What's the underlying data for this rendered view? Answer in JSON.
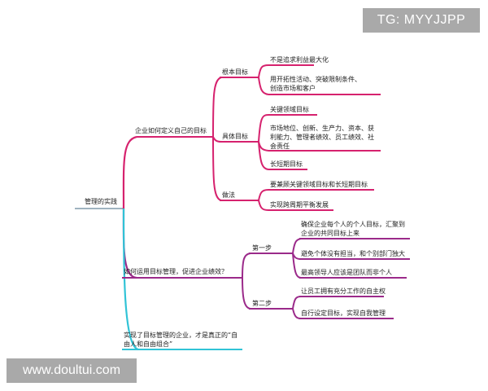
{
  "watermarks": {
    "top": "TG: MYYJJPP",
    "bottom": "www.doultui.com"
  },
  "colors": {
    "pink": "#d6226e",
    "purple": "#9b2a8a",
    "teal": "#31c3d6",
    "root": "#9fb3c0"
  },
  "mindmap": {
    "root": "管理的实践",
    "branch1": {
      "label": "企业如何定义自己的目标",
      "sub1": {
        "label": "根本目标",
        "items": [
          "不是追求利益最大化",
          "用开拓性活动、突破限制条件、创造市场和客户"
        ]
      },
      "sub2": {
        "label": "具体目标",
        "items": [
          "关键领域目标",
          "市场地位、创新、生产力、资本、获利能力、管理者绩效、员工绩效、社会责任",
          "长短期目标"
        ]
      },
      "sub3": {
        "label": "做法",
        "items": [
          "要兼顾关键领域目标和长短期目标",
          "实现跨周期平衡发展"
        ]
      }
    },
    "branch2": {
      "label": "如何运用目标管理，促进企业绩效？",
      "sub1": {
        "label": "第一步",
        "items": [
          "确保企业每个人的个人目标，汇聚到企业的共同目标上来",
          "避免个体没有担当，和个别部门独大",
          "最高领导人应该是团队而非个人"
        ]
      },
      "sub2": {
        "label": "第二步",
        "items": [
          "让员工拥有充分工作的自主权",
          "自行设定目标，实现自我管理"
        ]
      }
    },
    "branch3": {
      "label": "实现了目标管理的企业，才是真正的“自由人和自由组合”"
    }
  }
}
